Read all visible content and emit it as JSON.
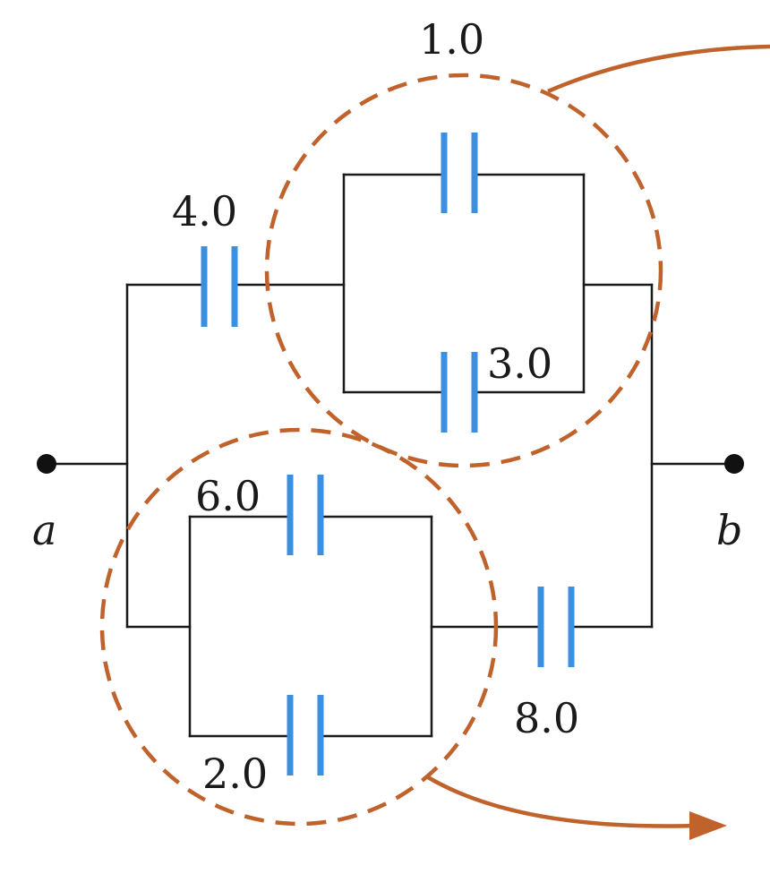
{
  "terminals": {
    "a": "a",
    "b": "b"
  },
  "capacitors": {
    "c1": "1.0",
    "c4": "4.0",
    "c3": "3.0",
    "c6": "6.0",
    "c2": "2.0",
    "c8": "8.0"
  },
  "colors": {
    "wire": "#1a1a1a",
    "capacitor_plate": "#3b8fe0",
    "highlight": "#c0622b"
  }
}
